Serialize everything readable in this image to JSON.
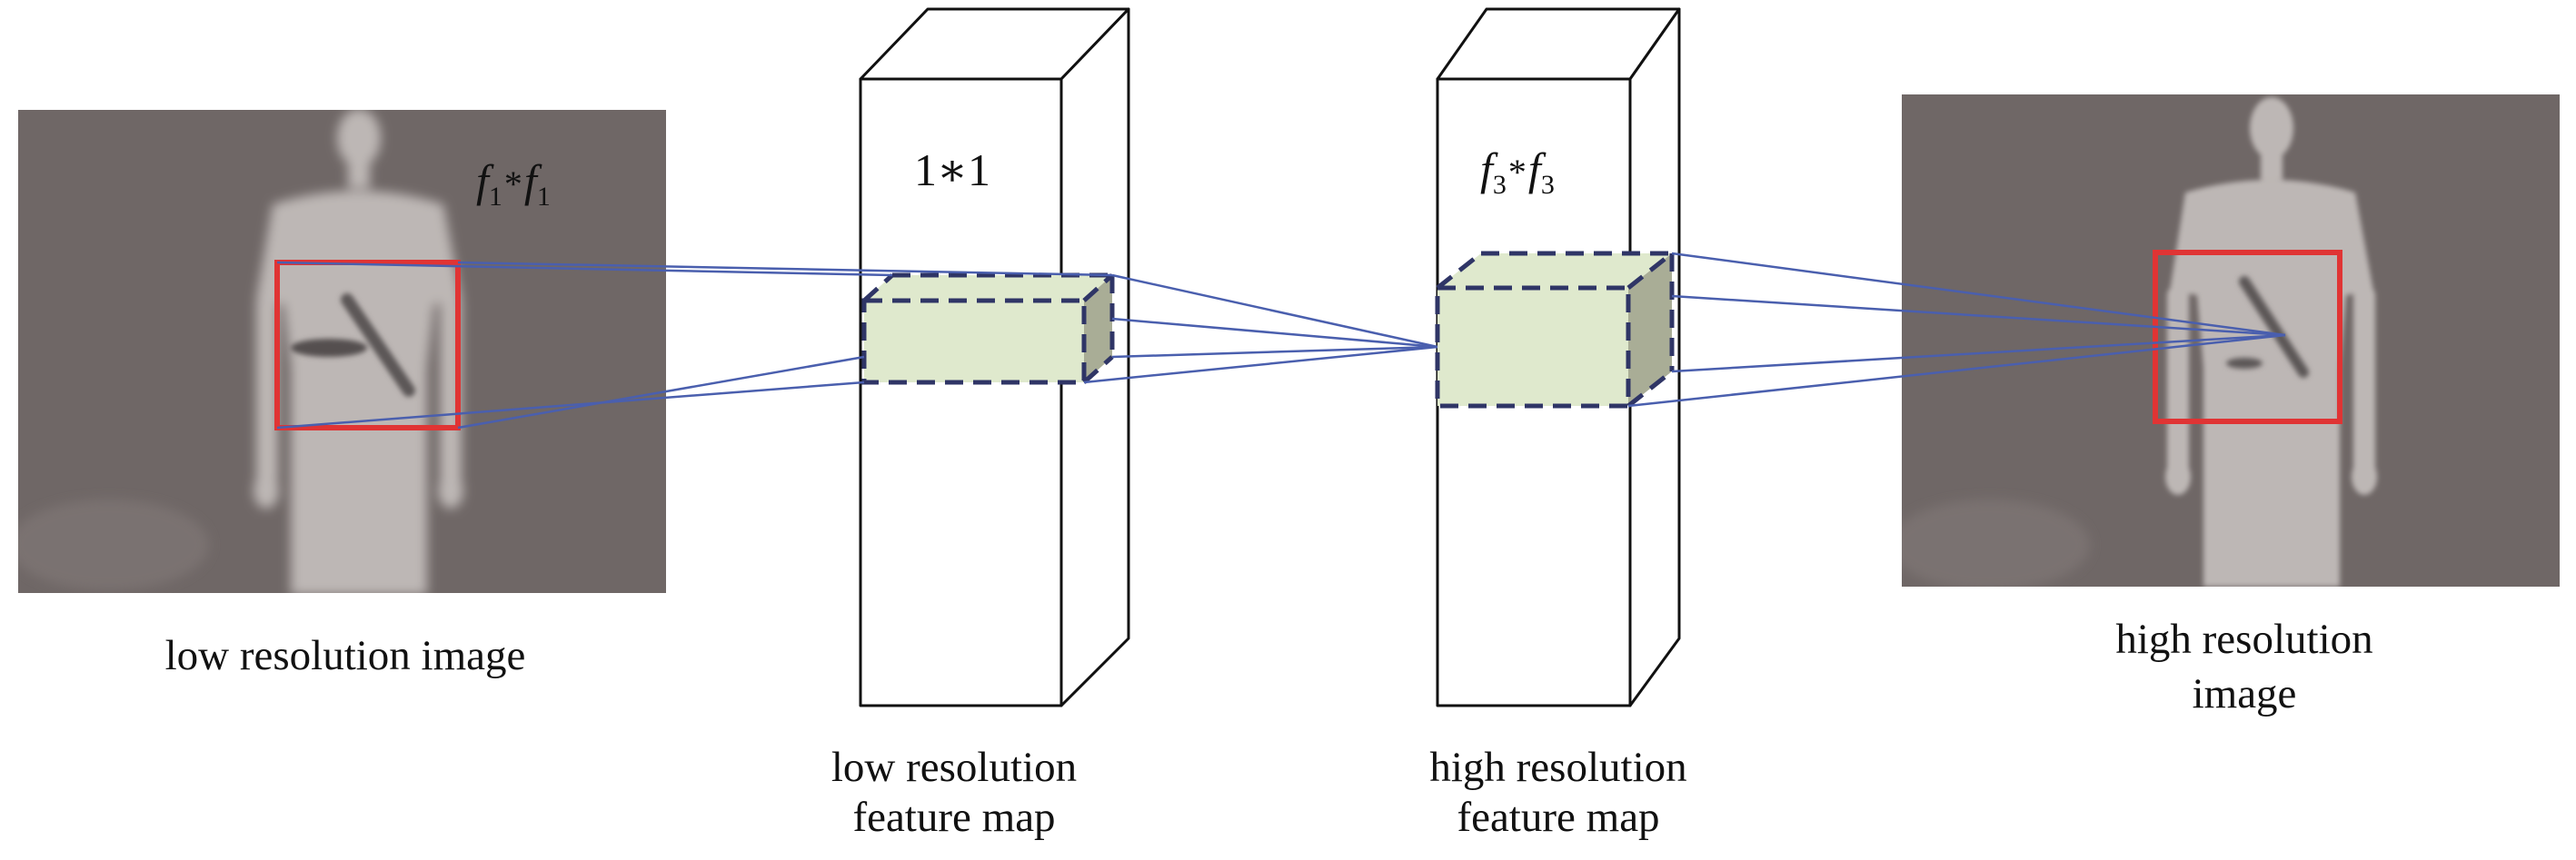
{
  "labels": {
    "low_res_image": "low resolution image",
    "low_res_feature_map_line1": "low resolution",
    "low_res_feature_map_line2": "feature map",
    "high_res_feature_map_line1": "high resolution",
    "high_res_feature_map_line2": "feature map",
    "high_res_image_line1": "high resolution",
    "high_res_image_line2": "image"
  },
  "kernels": {
    "first": {
      "var": "f",
      "sub": "1",
      "op": "*"
    },
    "second": {
      "text": "1∗1"
    },
    "third": {
      "var": "f",
      "sub": "3",
      "op": "*"
    }
  },
  "colors": {
    "image_background": "#6f6766",
    "highlight_box": "#e03434",
    "projection_lines": "#4a5fae",
    "patch_fill": "#dfe9cd",
    "patch_side": "#a9ad96",
    "patch_dashes": "#2f3566",
    "block_stroke": "#111111"
  }
}
